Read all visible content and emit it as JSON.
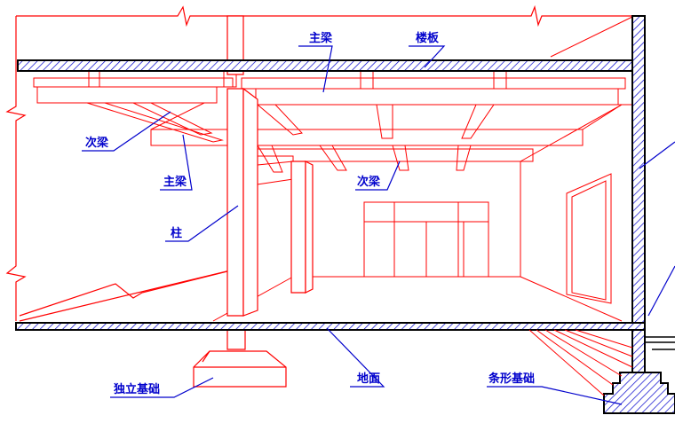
{
  "diagram": {
    "labels": {
      "main_beam_top": "主梁",
      "floor_slab": "楼板",
      "secondary_beam_left": "次梁",
      "main_beam_left": "主梁",
      "secondary_beam_center": "次梁",
      "column": "柱",
      "isolated_footing": "独立基础",
      "ground": "地面",
      "strip_footing": "条形基础"
    },
    "colors": {
      "structure_line": "#ff0000",
      "hatch": "#0000cc",
      "slab_outline": "#000000",
      "label_text": "#0000cc"
    }
  }
}
